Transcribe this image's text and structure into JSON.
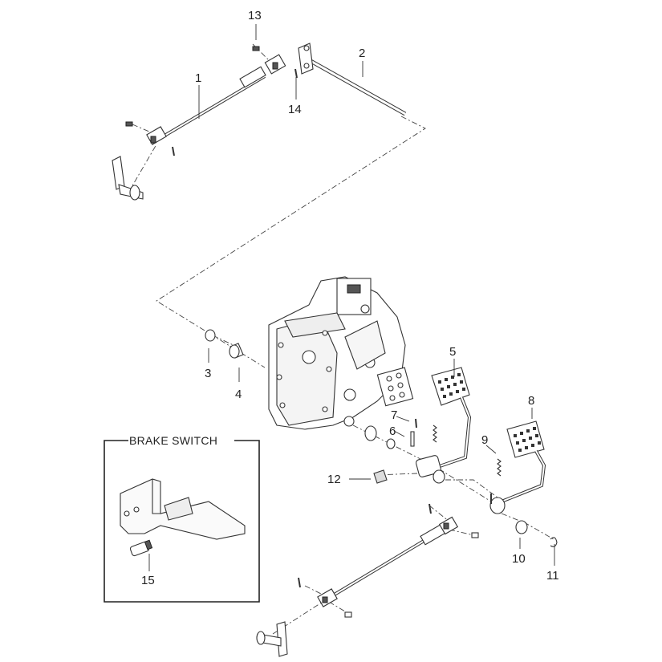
{
  "inset": {
    "title": "BRAKE SWITCH"
  },
  "callouts": {
    "c1": "1",
    "c2": "2",
    "c3": "3",
    "c4": "4",
    "c5": "5",
    "c6": "6",
    "c7": "7",
    "c8": "8",
    "c9": "9",
    "c10": "10",
    "c11": "11",
    "c12": "12",
    "c13": "13",
    "c14": "14",
    "c15": "15"
  }
}
